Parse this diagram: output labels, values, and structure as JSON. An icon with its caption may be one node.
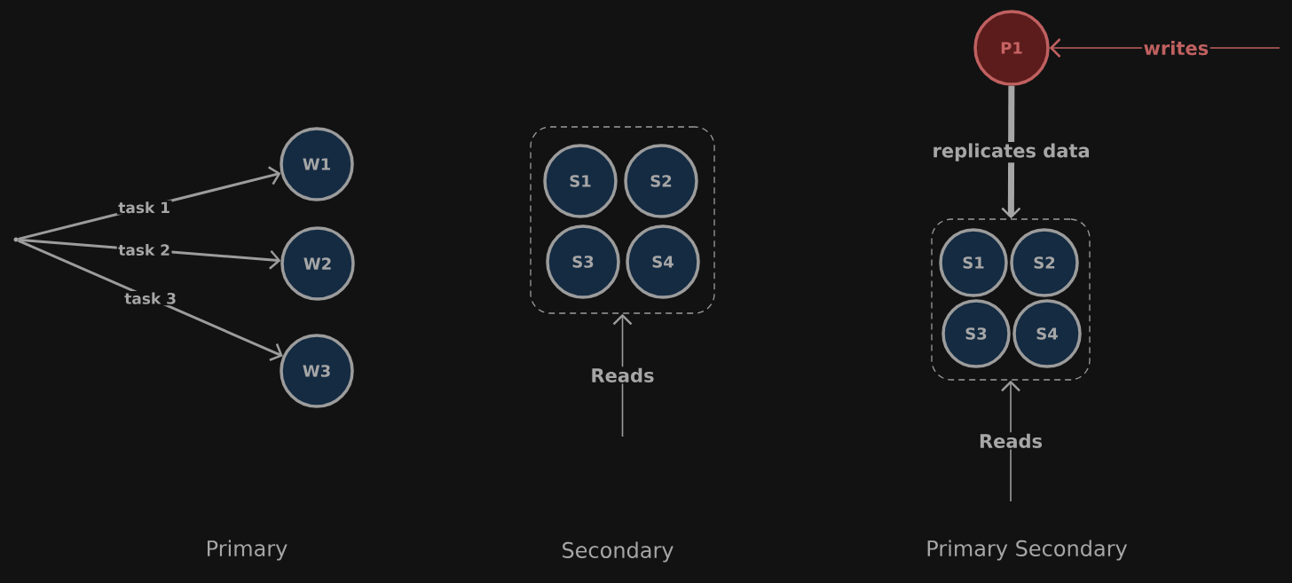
{
  "diagram": {
    "nodes": [
      {
        "text": [],
        "shape": "circle"
      },
      {
        "text": [
          "W1"
        ]
      },
      {
        "text": [
          "W2"
        ]
      },
      {
        "text": [
          "W3"
        ]
      },
      {
        "text": [],
        "shape": "box"
      },
      {
        "text": [
          "S1"
        ],
        "in": 4
      },
      {
        "text": [
          "S2"
        ],
        "in": 4
      },
      {
        "text": [
          "S3"
        ],
        "in": 4
      },
      {
        "text": [
          "S4"
        ],
        "in": 4
      },
      {
        "text": [
          "P1"
        ]
      },
      {
        "text": [],
        "shape": "box"
      },
      {
        "text": [
          "S1"
        ],
        "in": 10
      },
      {
        "text": [
          "S2"
        ],
        "in": 10
      },
      {
        "text": [
          "S3"
        ],
        "in": 10
      },
      {
        "text": [
          "S4"
        ],
        "in": 10
      }
    ],
    "edges": [
      {
        "from": 0,
        "to": 1,
        "arrow": "to",
        "label": "task 1"
      },
      {
        "from": 0,
        "to": 2,
        "arrow": "to",
        "label": "task 2"
      },
      {
        "from": 0,
        "to": 3,
        "arrow": "to",
        "label": "task 3"
      },
      {
        "from": null,
        "to": 4,
        "arrow": "to",
        "label": "Reads"
      },
      {
        "from": null,
        "to": 9,
        "arrow": "to",
        "label": "writes",
        "color": "#c06060"
      },
      {
        "from": 9,
        "to": 10,
        "arrow": "to",
        "label": "replicates data",
        "style": "thick"
      },
      {
        "from": null,
        "to": 10,
        "arrow": "to",
        "label": "Reads"
      }
    ],
    "labels": [
      "Primary",
      "Secondary",
      "Primary Secondary"
    ]
  }
}
